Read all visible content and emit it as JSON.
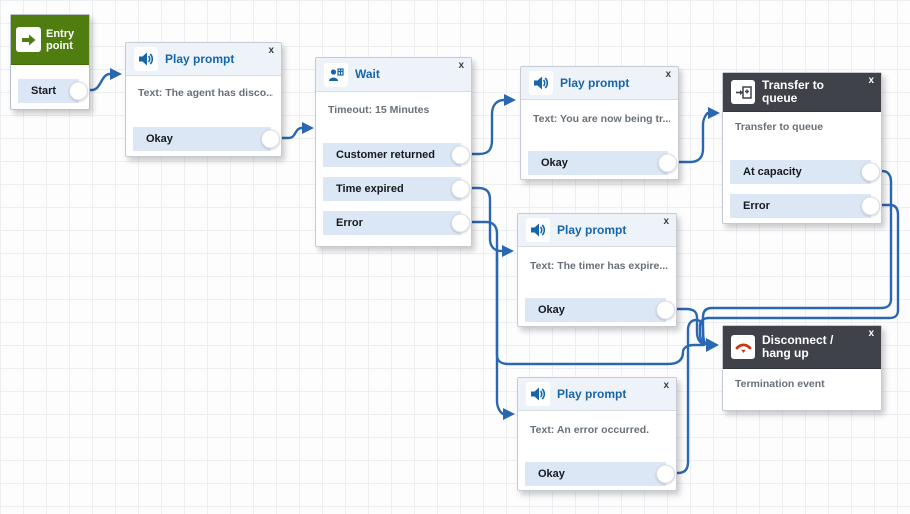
{
  "ui": {
    "close_label": "x"
  },
  "colors": {
    "connector_blue": "#2b67b1",
    "title_blue": "#1766a8",
    "entry_green": "#4f7d0f",
    "dark_header": "#3f4249",
    "output_row_bg": "#dbe7f4",
    "body_text_gray": "#687078",
    "hangup_red": "#d13212"
  },
  "nodes": {
    "entry": {
      "title": "Entry point",
      "output": "Start"
    },
    "play_prompt_1": {
      "title": "Play prompt",
      "text": "Text: The agent has disco...",
      "output": "Okay"
    },
    "wait": {
      "title": "Wait",
      "text": "Timeout: 15 Minutes",
      "outputs": [
        "Customer returned",
        "Time expired",
        "Error"
      ]
    },
    "play_prompt_2": {
      "title": "Play prompt",
      "text": "Text: You are now being tr...",
      "output": "Okay"
    },
    "transfer_to_queue": {
      "title": "Transfer to queue",
      "text": "Transfer to queue",
      "outputs": [
        "At capacity",
        "Error"
      ]
    },
    "play_prompt_3": {
      "title": "Play prompt",
      "text": "Text: The timer has expire...",
      "output": "Okay"
    },
    "disconnect": {
      "title": "Disconnect / hang up",
      "text": "Termination event"
    },
    "play_prompt_4": {
      "title": "Play prompt",
      "text": "Text: An error occurred.",
      "output": "Okay"
    }
  }
}
